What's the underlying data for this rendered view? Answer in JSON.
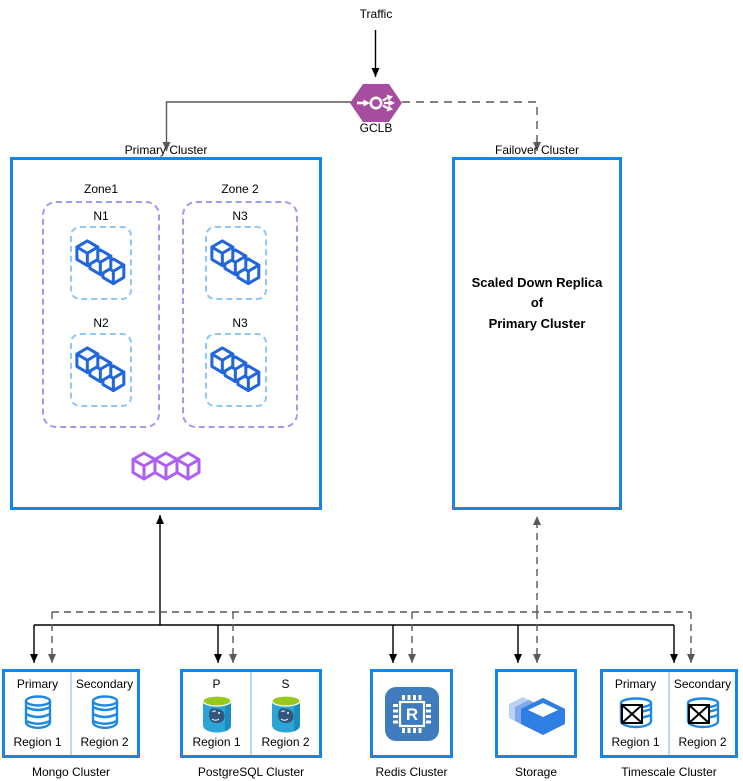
{
  "labels": {
    "traffic": "Traffic",
    "gclb": "GCLB",
    "primary_cluster": "Primary Cluster",
    "failover_cluster": "Failover Cluster"
  },
  "failover_text": {
    "line1": "Scaled Down Replica",
    "line2": "of",
    "line3": "Primary Cluster"
  },
  "primary": {
    "zones": [
      {
        "label": "Zone1",
        "nodes": [
          {
            "label": "N1"
          },
          {
            "label": "N2"
          }
        ]
      },
      {
        "label": "Zone 2",
        "nodes": [
          {
            "label": "N3"
          },
          {
            "label": "N3"
          }
        ]
      }
    ]
  },
  "clusters": {
    "mongo": {
      "title": "Mongo Cluster",
      "left": "Primary",
      "right": "Secondary",
      "left_region": "Region 1",
      "right_region": "Region 2"
    },
    "postgres": {
      "title": "PostgreSQL Cluster",
      "left": "P",
      "right": "S",
      "left_region": "Region 1",
      "right_region": "Region 2"
    },
    "redis": {
      "title": "Redis Cluster",
      "chip_letter": "R"
    },
    "storage": {
      "title": "Storage"
    },
    "timescale": {
      "title": "Timescale Cluster",
      "left": "Primary",
      "right": "Secondary",
      "left_region": "Region 1",
      "right_region": "Region 2"
    }
  },
  "icons": {
    "gclb": "load-balancer-hexagon-icon",
    "primary_nodes": "workload-cubes-icon",
    "primary_footer": "purple-cubes-icon",
    "mongo": "database-cylinder-icon",
    "postgres": "postgresql-database-icon",
    "redis": "memory-chip-icon",
    "storage": "storage-boxes-icon",
    "timescale": "crossed-database-icon"
  },
  "colors": {
    "box_border": "#1585E8",
    "zone_border": "#9B9BEF",
    "node_border": "#8FC7F7",
    "divider": "#B7DBF7",
    "gclb_purple": "#A64D9F",
    "cube_blue": "#2266DB",
    "cube_purple": "#AE5EF2",
    "db_blue": "#1E88E5",
    "redis_blue": "#3E7CBE",
    "storage_blue": "#2E7EE3",
    "postgres_body": "#2AA5D6",
    "postgres_top": "#97C91D",
    "solid_line": "#000000",
    "dashed_line": "#595959"
  }
}
